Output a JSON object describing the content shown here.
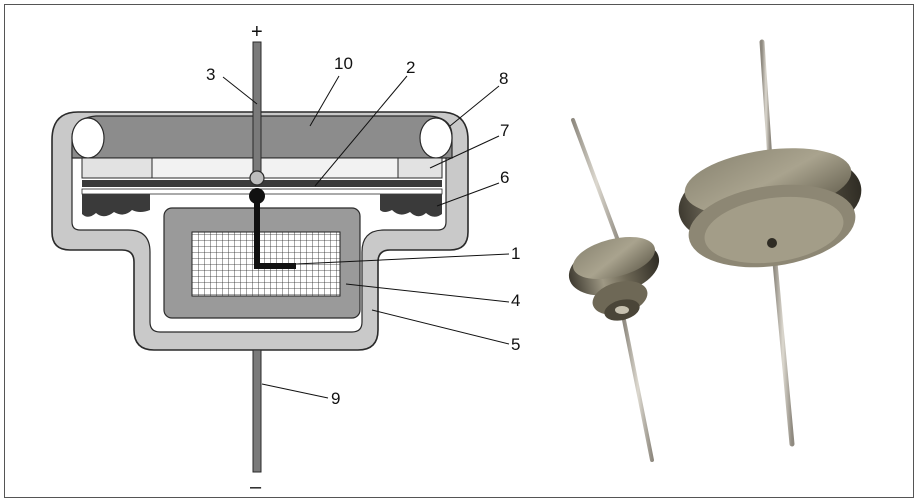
{
  "polarity": {
    "plus": "+",
    "minus": "–"
  },
  "callouts": [
    {
      "id": "1",
      "text": "1"
    },
    {
      "id": "2",
      "text": "2"
    },
    {
      "id": "3",
      "text": "3"
    },
    {
      "id": "4",
      "text": "4"
    },
    {
      "id": "5",
      "text": "5"
    },
    {
      "id": "6",
      "text": "6"
    },
    {
      "id": "7",
      "text": "7"
    },
    {
      "id": "8",
      "text": "8"
    },
    {
      "id": "9",
      "text": "9"
    },
    {
      "id": "10",
      "text": "10"
    }
  ],
  "colors": {
    "frame": "#555555",
    "housing_fill": "#c9c9c9",
    "housing_stroke": "#2a2a2a",
    "cap_top": "#8c8c8c",
    "crystal_bg": "#9a9a9a",
    "seal_dark": "#3a3a3a",
    "lead": "#7a7a7a",
    "metal_dark": "#5b5646",
    "metal_light": "#b8b2a0",
    "wire": "#bdb8ad"
  }
}
